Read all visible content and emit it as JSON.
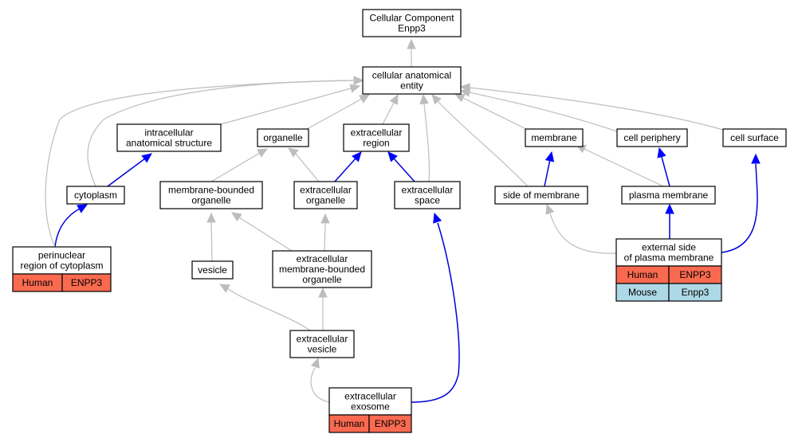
{
  "colors": {
    "human": "#fa6a50",
    "mouse": "#add8e6",
    "grey_edge": "#bdbdbd",
    "blue_edge": "#0000dd"
  },
  "nodes": {
    "root": [
      "Cellular Component",
      "Enpp3"
    ],
    "cae": [
      "cellular anatomical",
      "entity"
    ],
    "ias": [
      "intracellular",
      "anatomical structure"
    ],
    "organelle": [
      "organelle"
    ],
    "ecr": [
      "extracellular",
      "region"
    ],
    "membrane": [
      "membrane"
    ],
    "cellperiph": [
      "cell periphery"
    ],
    "cellsurf": [
      "cell surface"
    ],
    "cytoplasm": [
      "cytoplasm"
    ],
    "mbo": [
      "membrane-bounded",
      "organelle"
    ],
    "eco": [
      "extracellular",
      "organelle"
    ],
    "ecs": [
      "extracellular",
      "space"
    ],
    "som": [
      "side of membrane"
    ],
    "pm": [
      "plasma membrane"
    ],
    "perinuc": [
      "perinuclear",
      "region of cytoplasm"
    ],
    "vesicle": [
      "vesicle"
    ],
    "embo": [
      "extracellular",
      "membrane-bounded",
      "organelle"
    ],
    "espm": [
      "external side",
      "of plasma membrane"
    ],
    "ecv": [
      "extracellular",
      "vesicle"
    ],
    "exo": [
      "extracellular",
      "exosome"
    ]
  },
  "annotations": {
    "perinuc": [
      [
        "Human",
        "ENPP3"
      ]
    ],
    "espm": [
      [
        "Human",
        "ENPP3"
      ],
      [
        "Mouse",
        "Enpp3"
      ]
    ],
    "exo": [
      [
        "Human",
        "ENPP3"
      ]
    ]
  }
}
